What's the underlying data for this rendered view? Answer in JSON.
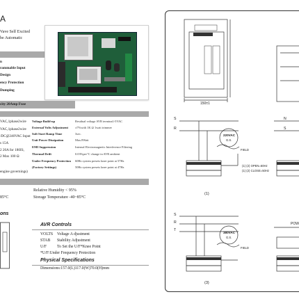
{
  "left_page": {
    "title_fragment": "A",
    "intro_lines": [
      "Vave Self Excited",
      "be Automatic"
    ],
    "features": [
      "n",
      "rammable Input",
      "Design",
      "ency Protection",
      "Dumping"
    ],
    "fuse_line": "city 20Amp Fuse",
    "left_specs": [
      "VAC,1phase2wire",
      "VAC,1phase2wire",
      "/DC@240VAC Input",
      "s 15A",
      "2 20A for 180IS,",
      "2 Max 100 Ω",
      "",
      "engine governings)"
    ],
    "right_specs": [
      {
        "key": "Voltage Build-up",
        "value": "Residual voltage AVR terminal>5VAC"
      },
      {
        "key": "External Volts Adjustment",
        "value": "±7%with 1K Ω 1watt trimmer"
      },
      {
        "key": "Soft Start Ramp Time",
        "value": "3sec."
      },
      {
        "key": "Unit Power Dissipation",
        "value": "Max.8Watt"
      },
      {
        "key": "EMI Suppression",
        "value": "Internal Electromagnetic Interference Filtering"
      },
      {
        "key": "Thermal Drift",
        "value": "0.03%per°C change in AVR ambient"
      },
      {
        "key": "Under Frequency Protection",
        "value": "60Hz system presets knee point at 57Hz"
      },
      {
        "key": "(Factory Settings)",
        "value": "50Hz system presets knee point at 47Hz"
      }
    ],
    "env": {
      "humidity": "Relative Humidity < 95%",
      "storage": "Storage Temperature -40~85°C",
      "left_fragment": "85°C"
    },
    "section_fragment": "ons",
    "avr_controls_title": "AVR Controls",
    "controls": [
      {
        "key": "VOLTS",
        "value": "Voltage A djustment"
      },
      {
        "key": "STAB",
        "value": "Stability Adjustment"
      },
      {
        "key": "U/F",
        "value": "To Set the U/F*Knee Point"
      },
      {
        "key": "",
        "value": "*U/F:Under Frequency Protection"
      }
    ],
    "physical_title": "Physical Specifications",
    "dimensions": "Dimensions:157.0(L)117.0(W)70.0(H)mm"
  },
  "right_page": {
    "dimension_label": "150±1",
    "diagram1": {
      "vac": "220VAC",
      "sub": "G.S.",
      "field": "FIELD",
      "number": "(1)",
      "notes": [
        "(1)  (2)  OPEN=60Hz",
        "(1)  (2)  CLOSE=50Hz"
      ],
      "terminals": [
        "S",
        "R"
      ]
    },
    "diagram3": {
      "vac": "380VAC",
      "sub": "G.S.",
      "field": "FIELD",
      "number": "(3)",
      "terminals": [
        "S",
        "R",
        "T"
      ]
    },
    "diagram_right": {
      "terminals": [
        "N",
        "S"
      ],
      "label": "POW"
    }
  },
  "colors": {
    "band": "#a9a9a9",
    "pcb": "#1f5e3a",
    "frame": "#333333"
  }
}
